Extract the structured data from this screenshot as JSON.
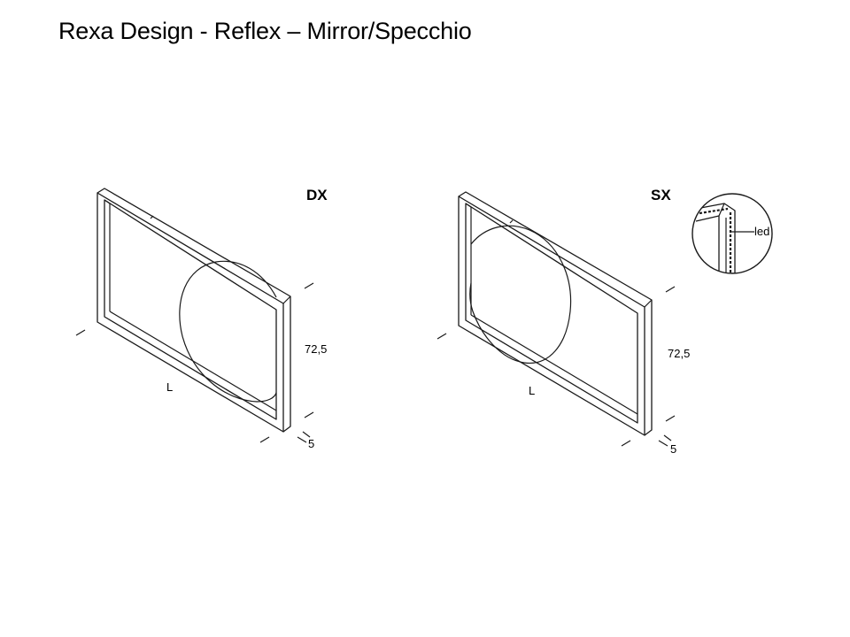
{
  "title": "Rexa Design - Reflex – Mirror/Specchio",
  "views": [
    {
      "label": "DX",
      "height_label": "72,5",
      "length_label": "L",
      "depth_label": "5"
    },
    {
      "label": "SX",
      "height_label": "72,5",
      "length_label": "L",
      "depth_label": "5"
    }
  ],
  "detail": {
    "label": "led"
  }
}
